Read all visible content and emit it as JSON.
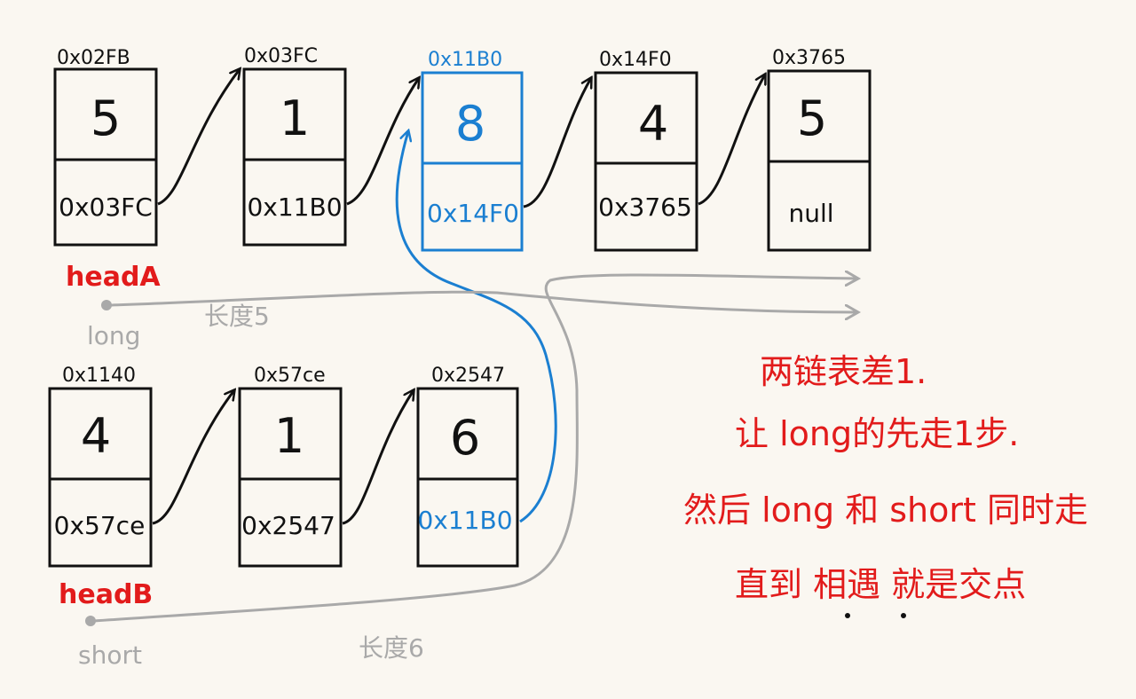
{
  "colors": {
    "ink": "#111111",
    "highlight": "#1b7fd1",
    "annotation": "#e21b1b",
    "pointer_path": "#a9a9a9"
  },
  "listA": {
    "head_label": "headA",
    "nodes": [
      {
        "address": "0x02FB",
        "value": "5",
        "next": "0x03FC"
      },
      {
        "address": "0x03FC",
        "value": "1",
        "next": "0x11B0"
      },
      {
        "address": "0x11B0",
        "value": "8",
        "next": "0x14F0"
      },
      {
        "address": "0x14F0",
        "value": "4",
        "next": "0x3765"
      },
      {
        "address": "0x3765",
        "value": "5",
        "next": "null"
      }
    ]
  },
  "listB": {
    "head_label": "headB",
    "nodes": [
      {
        "address": "0x1140",
        "value": "4",
        "next": "0x57ce"
      },
      {
        "address": "0x57ce",
        "value": "1",
        "next": "0x2547"
      },
      {
        "address": "0x2547",
        "value": "6",
        "next": "0x11B0"
      }
    ]
  },
  "pointers": {
    "long": {
      "name": "long",
      "length_label": "长度5"
    },
    "short": {
      "name": "short",
      "length_label": "长度6"
    }
  },
  "notes": [
    "两链表差1.",
    "让 long的先走1步.",
    "然后 long 和 short 同时走",
    "直到 相遇 就是交点"
  ]
}
